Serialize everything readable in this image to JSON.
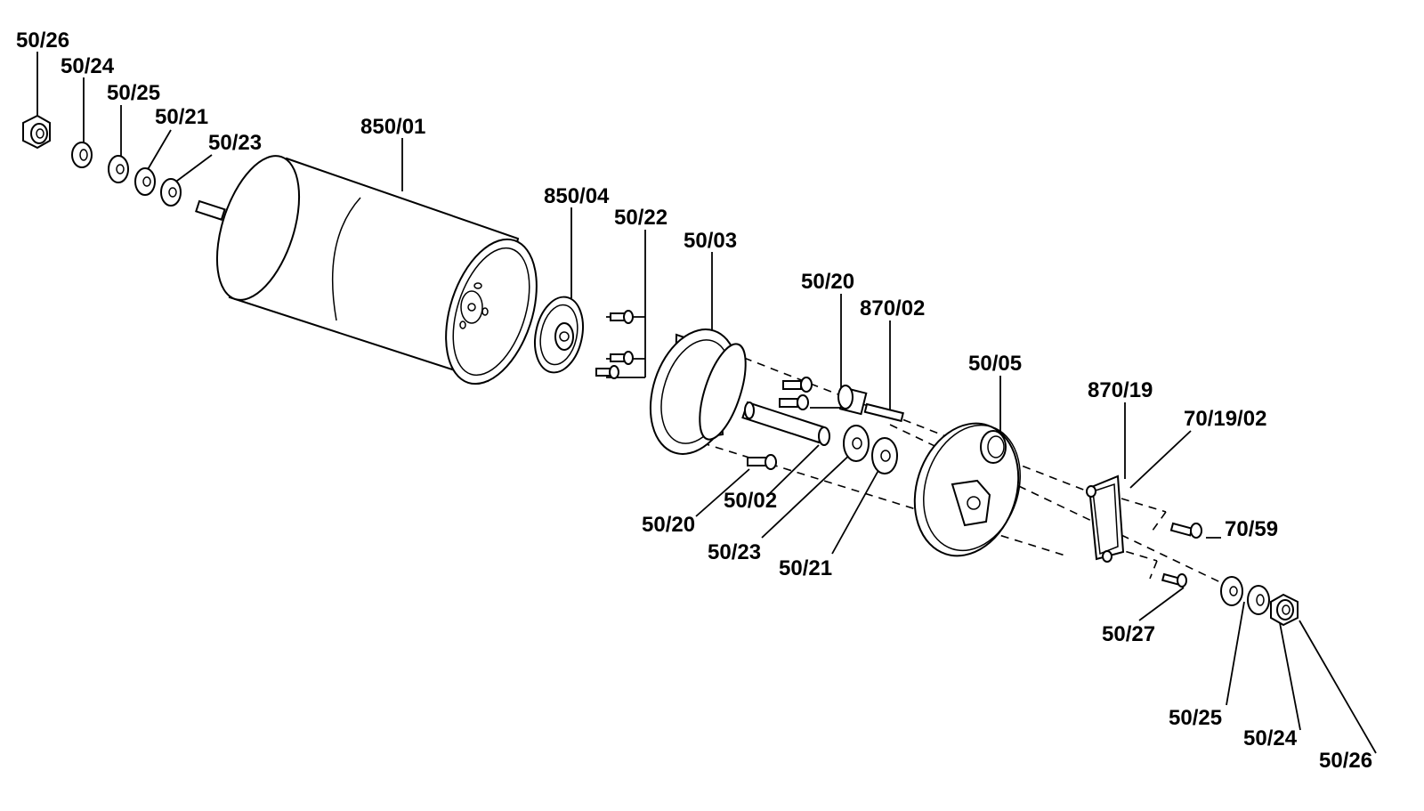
{
  "labels": {
    "l_5026_a": "50/26",
    "l_5024_a": "50/24",
    "l_5025_a": "50/25",
    "l_5021_a": "50/21",
    "l_5023_a": "50/23",
    "l_85001": "850/01",
    "l_85004": "850/04",
    "l_5022": "50/22",
    "l_5003": "50/03",
    "l_5020_a": "50/20",
    "l_87002": "870/02",
    "l_5005": "50/05",
    "l_87019": "870/19",
    "l_701902": "70/19/02",
    "l_7059": "70/59",
    "l_5020_b": "50/20",
    "l_5002": "50/02",
    "l_5023_b": "50/23",
    "l_5021_b": "50/21",
    "l_5027": "50/27",
    "l_5025_b": "50/25",
    "l_5024_b": "50/24",
    "l_5026_b": "50/26"
  }
}
